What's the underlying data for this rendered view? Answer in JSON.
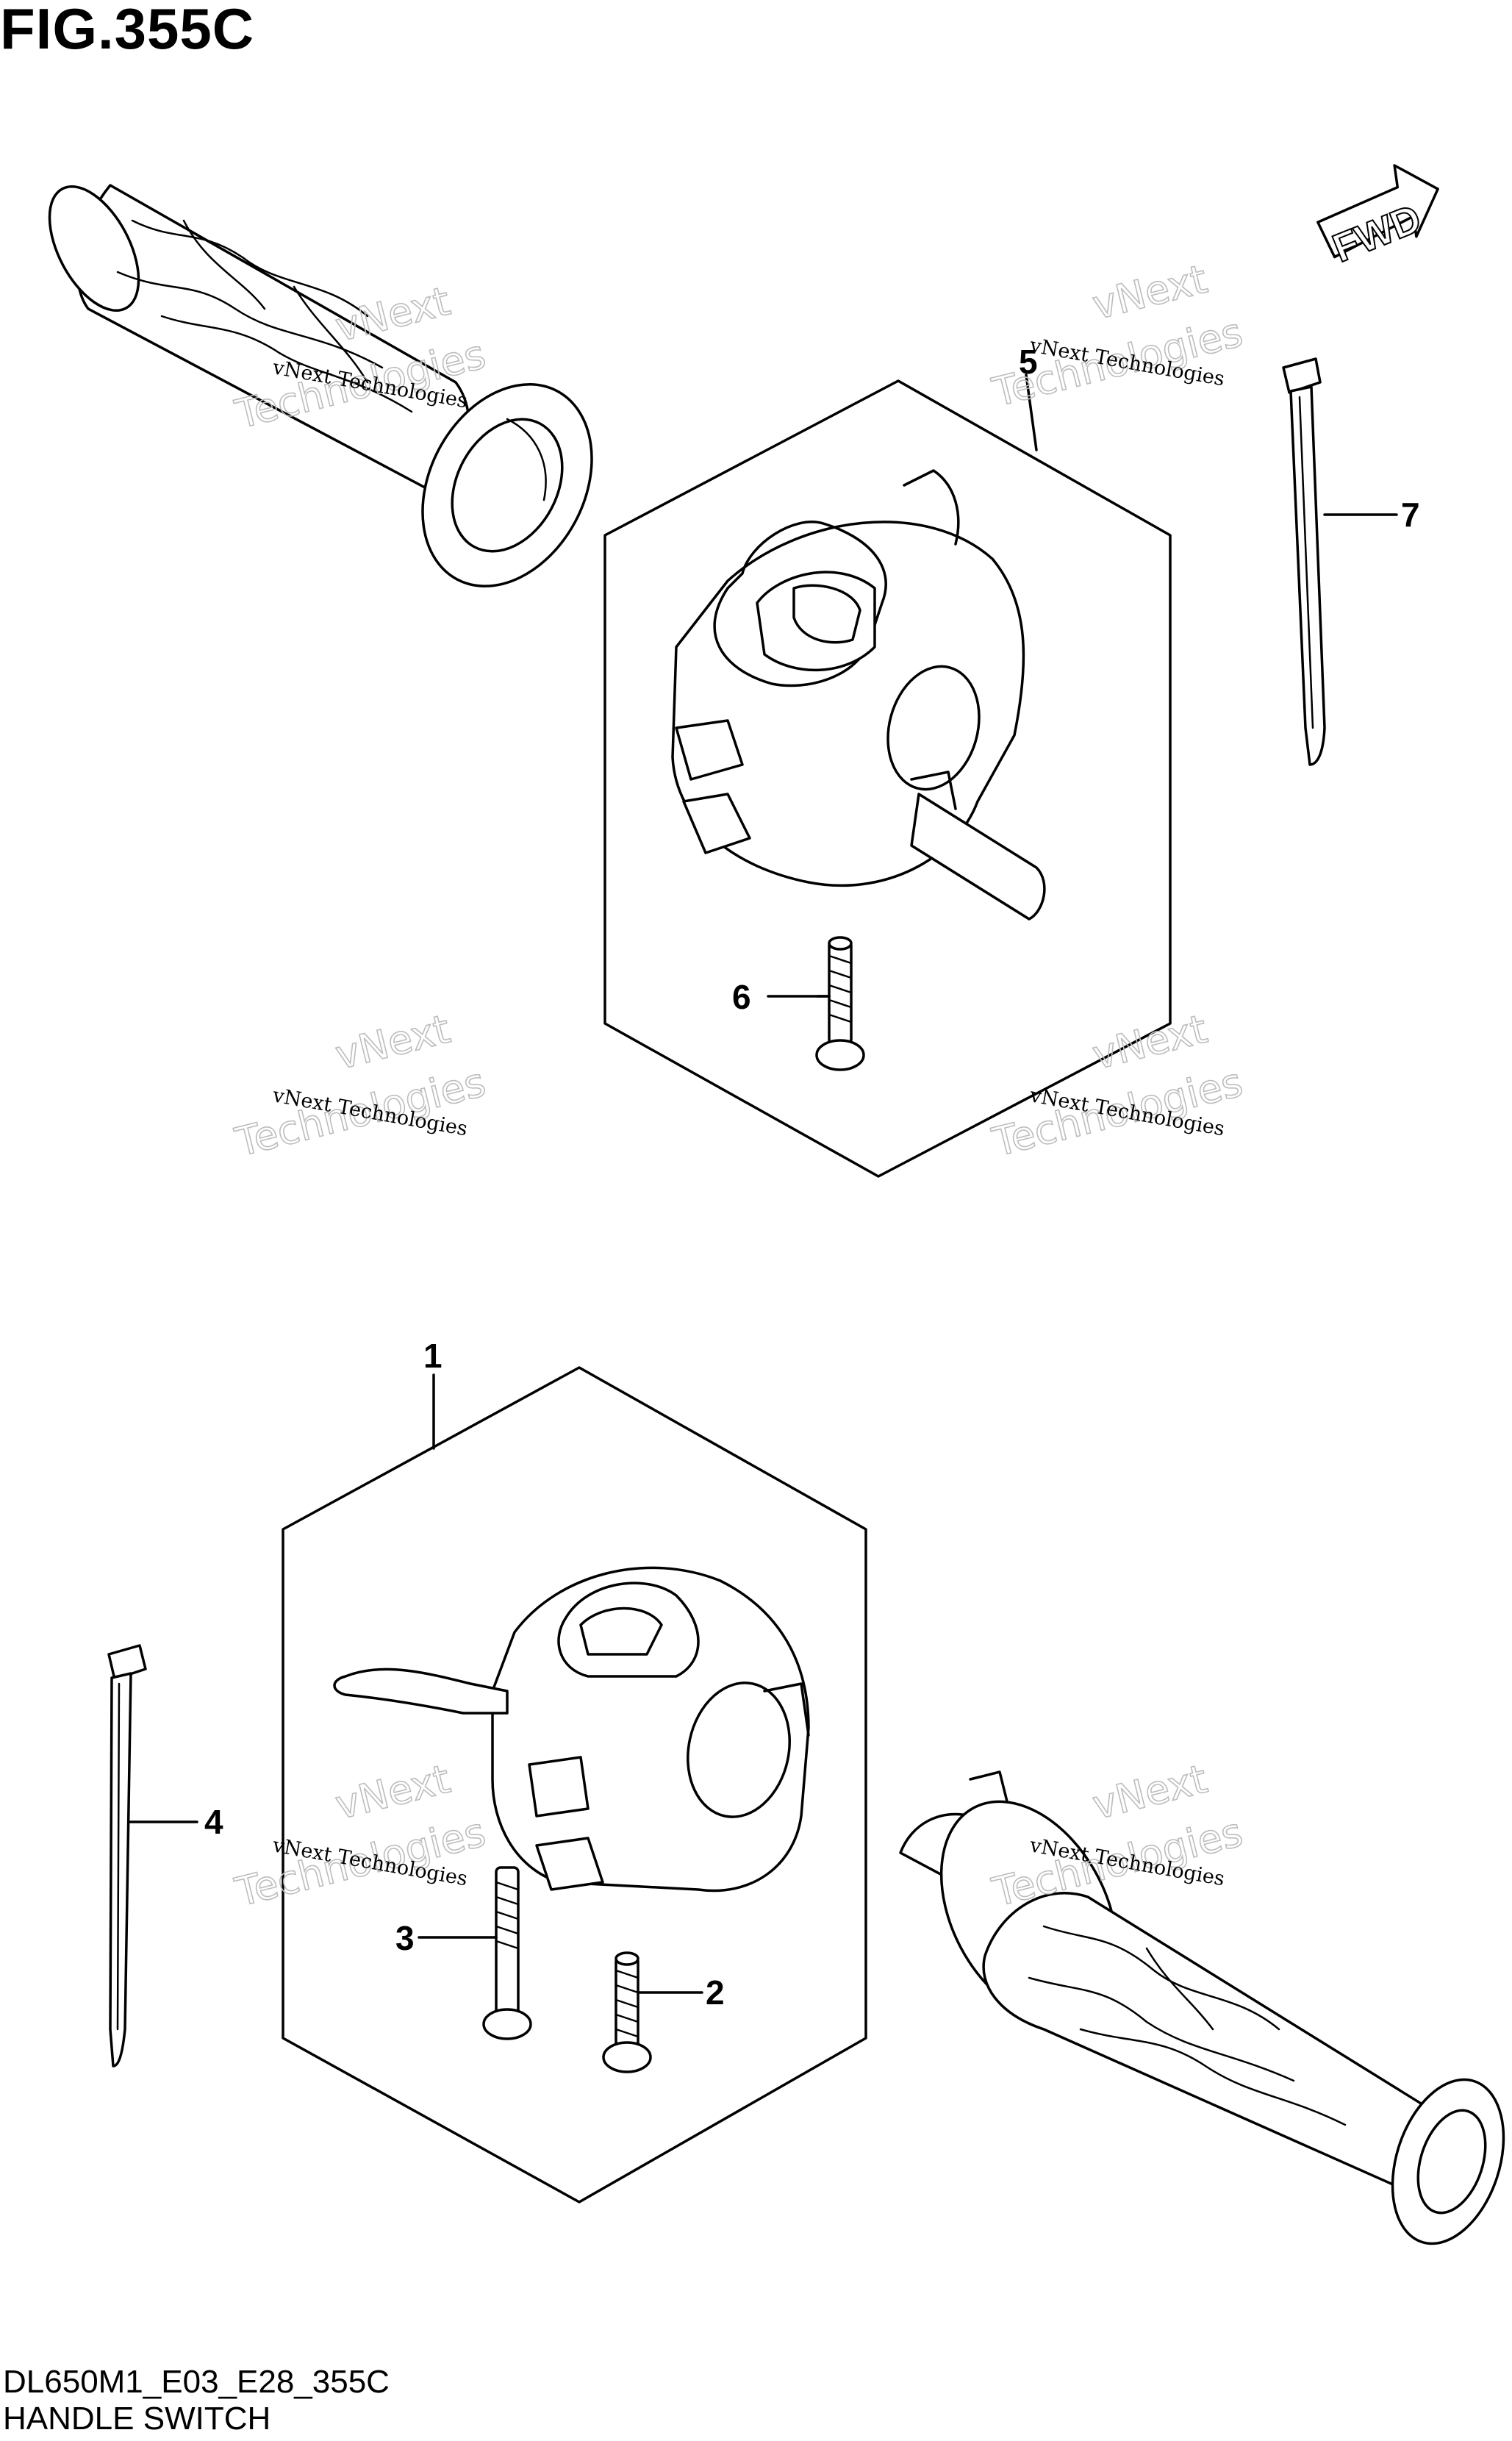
{
  "figure": {
    "title": "FIG.355C",
    "code": "DL650M1_E03_E28_355C",
    "name": "HANDLE SWITCH"
  },
  "direction_indicator": "FWD",
  "callouts": [
    {
      "id": "1",
      "label": "1"
    },
    {
      "id": "2",
      "label": "2"
    },
    {
      "id": "3",
      "label": "3"
    },
    {
      "id": "4",
      "label": "4"
    },
    {
      "id": "5",
      "label": "5"
    },
    {
      "id": "6",
      "label": "6"
    },
    {
      "id": "7",
      "label": "7"
    }
  ],
  "watermark": {
    "line1": "vNext Technologies",
    "line2": "vNext",
    "line3": "Technologies"
  }
}
